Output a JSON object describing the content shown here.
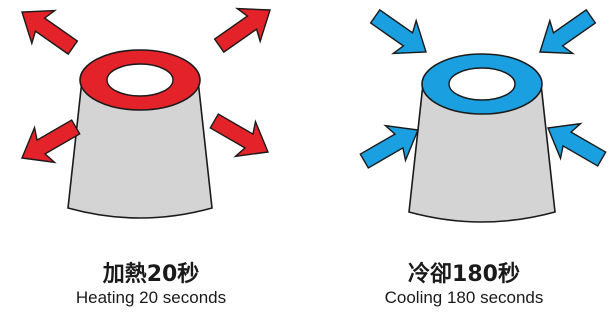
{
  "panels": {
    "heating": {
      "caption_cjk": "加熱20秒",
      "caption_en": "Heating 20 seconds",
      "arrow_direction": "outward",
      "ring_color": "#e3222a",
      "arrow_color": "#e3222a"
    },
    "cooling": {
      "caption_cjk": "冷卻180秒",
      "caption_en": "Cooling 180 seconds",
      "arrow_direction": "inward",
      "ring_color": "#1a9fe0",
      "arrow_color": "#1a9fe0"
    }
  },
  "body_color": "#d4d4d4",
  "outline_color": "#1a1a1a"
}
